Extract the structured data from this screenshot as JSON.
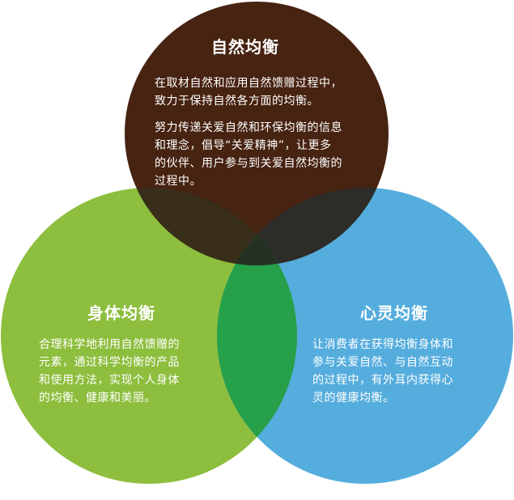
{
  "colors": {
    "nature": "#472311",
    "body": "#8dbe3d",
    "mind": "#55addd",
    "nature_body": "#382e1a",
    "nature_mind": "#2c2c28",
    "body_mind": "#27a04a",
    "center": "#243122"
  },
  "nature": {
    "title": "自然均衡",
    "text1": "在取材自然和应用自然馈赠过程中，\n致力于保持自然各方面的均衡。",
    "text2": "努力传递关爱自然和环保均衡的信息\n和理念，倡导“关爱精神”，让更多\n的伙伴、用户参与到关爱自然均衡的\n过程中。"
  },
  "body_balance": {
    "title": "身体均衡",
    "text": "合理科学地利用自然馈赠的\n元素，通过科学均衡的产品\n和使用方法，实现个人身体\n的均衡、健康和美丽。"
  },
  "mind": {
    "title": "心灵均衡",
    "text": "让消费者在获得均衡身体和\n参与关爱自然、与自然互动\n的过程中，有外耳内获得心\n          灵的健康均衡。"
  }
}
